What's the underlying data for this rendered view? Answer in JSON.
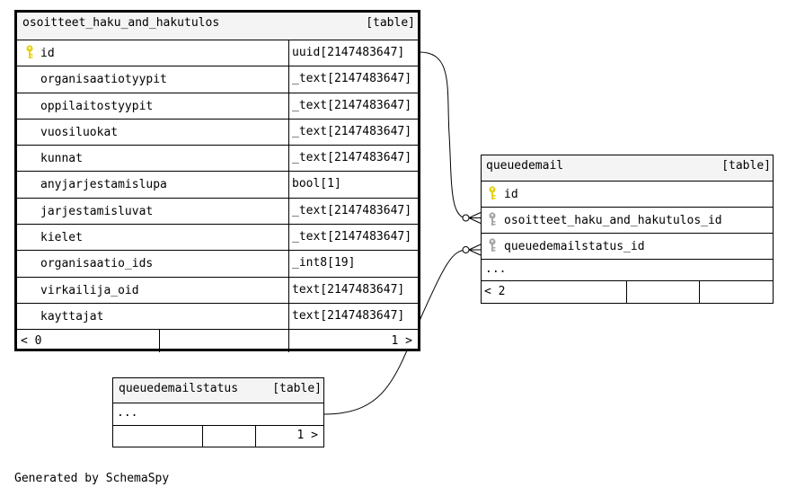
{
  "tables": {
    "main": {
      "name": "osoitteet_haku_and_hakutulos",
      "type": "[table]",
      "columns": [
        {
          "name": "id",
          "type": "uuid[2147483647]",
          "key": "primary"
        },
        {
          "name": "organisaatiotyypit",
          "type": "_text[2147483647]"
        },
        {
          "name": "oppilaitostyypit",
          "type": "_text[2147483647]"
        },
        {
          "name": "vuosiluokat",
          "type": "_text[2147483647]"
        },
        {
          "name": "kunnat",
          "type": "_text[2147483647]"
        },
        {
          "name": "anyjarjestamislupa",
          "type": "bool[1]"
        },
        {
          "name": "jarjestamisluvat",
          "type": "_text[2147483647]"
        },
        {
          "name": "kielet",
          "type": "_text[2147483647]"
        },
        {
          "name": "organisaatio_ids",
          "type": "_int8[19]"
        },
        {
          "name": "virkailija_oid",
          "type": "text[2147483647]"
        },
        {
          "name": "kayttajat",
          "type": "text[2147483647]"
        }
      ],
      "footer": {
        "parents": "< 0",
        "children": "1 >"
      }
    },
    "queuedemail": {
      "name": "queuedemail",
      "type": "[table]",
      "columns": [
        {
          "name": "id",
          "key": "primary"
        },
        {
          "name": "osoitteet_haku_and_hakutulos_id",
          "key": "foreign"
        },
        {
          "name": "queuedemailstatus_id",
          "key": "foreign"
        }
      ],
      "more": "...",
      "footer": {
        "parents": "< 2"
      }
    },
    "queuedemailstatus": {
      "name": "queuedemailstatus",
      "type": "[table]",
      "more": "...",
      "footer": {
        "children": "1 >"
      }
    }
  },
  "colors": {
    "header_bg": "#f4f4f4",
    "primary_key": "#e6d11a",
    "foreign_key": "#a8a8a8",
    "line": "#000000"
  },
  "credit": "Generated by SchemaSpy"
}
